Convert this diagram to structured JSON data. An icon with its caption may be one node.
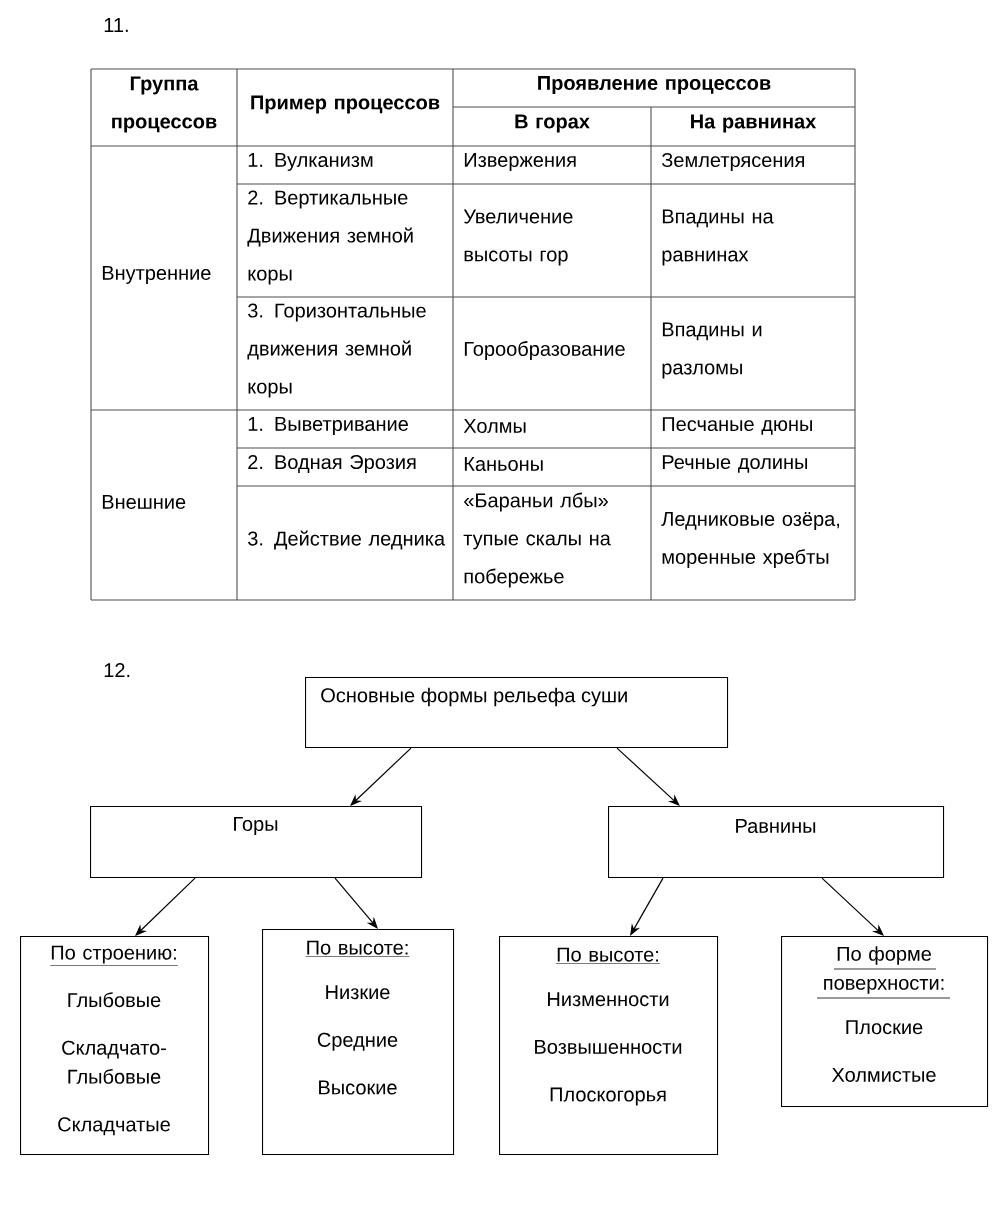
{
  "diagram": {
    "nodes": [
      {
        "text": [
          "Основные формы рельефа суши"
        ]
      },
      {
        "text": [
          "Горы"
        ]
      },
      {
        "text": [
          "Равнины"
        ]
      },
      {
        "text": [
          "По строению:",
          "Глыбовые",
          "Складчато-Глыбовые",
          "Складчатые"
        ]
      },
      {
        "text": [
          "По высоте:",
          "Низкие",
          "Средние",
          "Высокие"
        ]
      },
      {
        "text": [
          "По высоте:",
          "Низменности",
          "Возвышенности",
          "Плоскогорья"
        ]
      },
      {
        "text": [
          "По форме поверхности:",
          "Плоские",
          "Холмистые"
        ]
      }
    ],
    "edges": [
      {
        "from": 0,
        "to": 1,
        "arrow": "to"
      },
      {
        "from": 0,
        "to": 2,
        "arrow": "to"
      },
      {
        "from": 1,
        "to": 3,
        "arrow": "to"
      },
      {
        "from": 1,
        "to": 4,
        "arrow": "to"
      },
      {
        "from": 2,
        "to": 5,
        "arrow": "to"
      },
      {
        "from": 2,
        "to": 6,
        "arrow": "to"
      }
    ],
    "labels": [
      "11.",
      "Группа процессов",
      "Пример процессов",
      "Проявление процессов",
      "В горах",
      "На равнинах",
      "Внутренние",
      "1. Вулканизм",
      "Извержения",
      "Землетрясения",
      "2. Вертикальные Движения земной коры",
      "Увеличение высоты гор",
      "Впадины на равнинах",
      "3. Горизонтальные движения земной коры",
      "Горообразование",
      "Впадины и разломы",
      "Внешние",
      "1. Выветривание",
      "Холмы",
      "Песчаные дюны",
      "2. Водная Эрозия",
      "Каньоны",
      "Речные долины",
      "3. Действие ледника",
      "«Бараньи лбы» тупые скалы на побережье",
      "Ледниковые озёра, моренные хребты",
      "12."
    ]
  }
}
